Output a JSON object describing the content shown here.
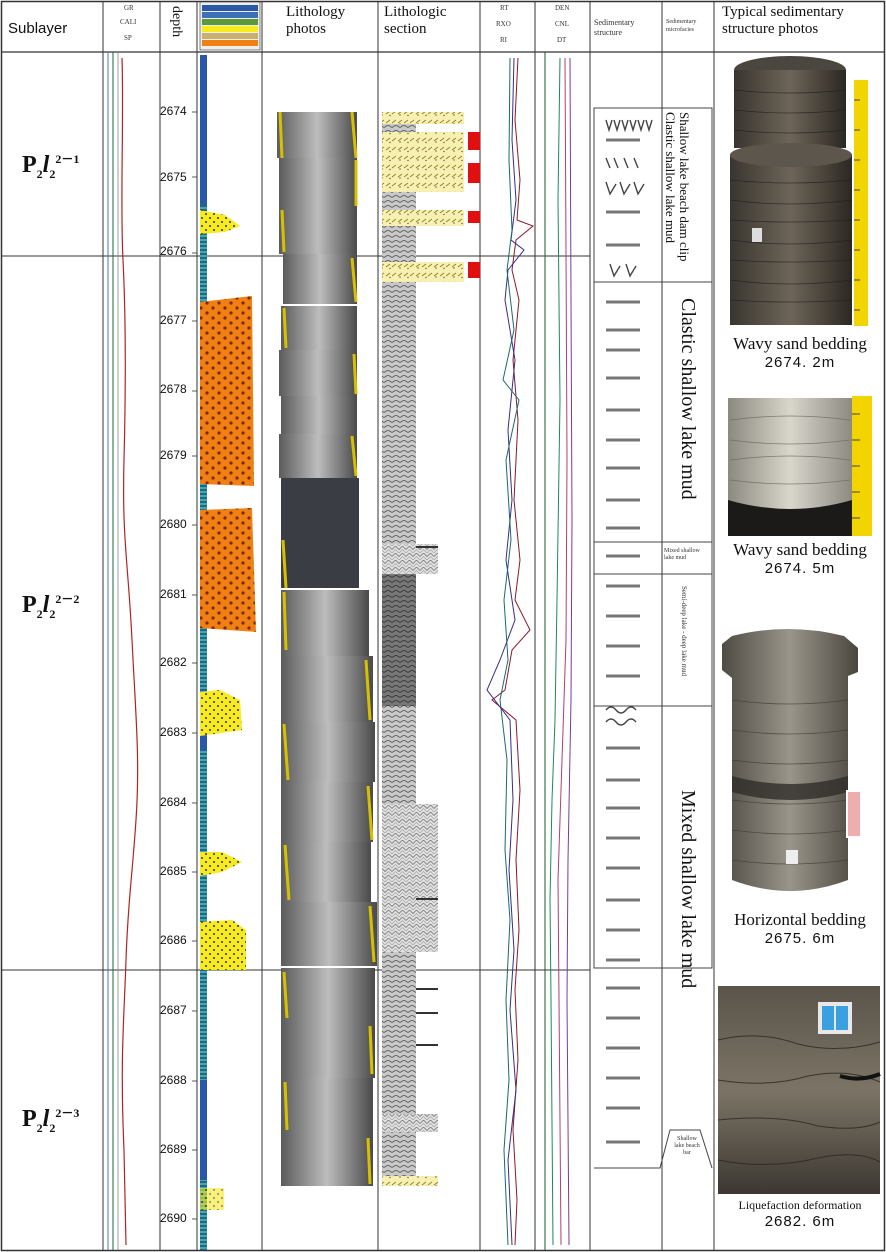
{
  "headers": {
    "sublayer": "Sublayer",
    "log1": [
      "GR",
      "CALI",
      "SP"
    ],
    "depth": "depth",
    "lithology_photos": "Lithology photos",
    "lithologic_section": "Lithologic section",
    "log2": [
      "RT",
      "RXO",
      "RI"
    ],
    "log3": [
      "DEN",
      "CNL",
      "DT"
    ],
    "sedimentary_structure": "Sedimentary structure",
    "sedimentary_microfacies": "Sedimentary microfacies",
    "typical_photos": "Typical sedimentary structure photos"
  },
  "sublayers": [
    {
      "base": "P",
      "sub1": "2",
      "mid": "l",
      "sub2": "2",
      "sup": "2－1"
    },
    {
      "base": "P",
      "sub1": "2",
      "mid": "l",
      "sub2": "2",
      "sup": "2－2"
    },
    {
      "base": "P",
      "sub1": "2",
      "mid": "l",
      "sub2": "2",
      "sup": "2－3"
    }
  ],
  "depths": [
    "2674",
    "2675",
    "2676",
    "2677",
    "2678",
    "2679",
    "2680",
    "2681",
    "2682",
    "2683",
    "2684",
    "2685",
    "2686",
    "2687",
    "2688",
    "2689",
    "2690"
  ],
  "microfacies": {
    "f1": "Shallow lake beach dam clip",
    "f2": "Clastic shallow lake mud",
    "f3": "Clastic shallow lake mud",
    "f4": "Mixed shallow lake mud",
    "f5": "Semi-deep lake - deep lake mud",
    "f6": "Mixed shallow lake mud",
    "f7": "Shallow lake beach bar"
  },
  "photos": [
    {
      "caption": "Wavy sand bedding",
      "depth": "2674. 2m"
    },
    {
      "caption": "Wavy sand bedding",
      "depth": "2674. 5m"
    },
    {
      "caption": "Horizontal bedding",
      "depth": "2675. 6m"
    },
    {
      "caption": "Liquefaction deformation",
      "depth": "2682. 6m"
    }
  ],
  "colors": {
    "sandstone": "#f7ea1e",
    "mudstone": "#2a58a8",
    "silt": "#3fa7b8",
    "dolomite": "#f07f14",
    "red_marker": "#e01010",
    "gr_curve": "#b22222",
    "grid": "#333333"
  }
}
